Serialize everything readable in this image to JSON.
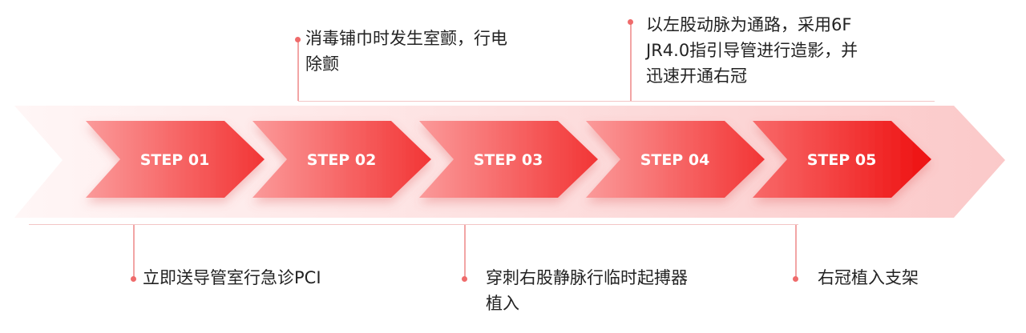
{
  "steps": [
    {
      "label": "STEP 01"
    },
    {
      "label": "STEP 02"
    },
    {
      "label": "STEP 03"
    },
    {
      "label": "STEP 04"
    },
    {
      "label": "STEP 05"
    }
  ],
  "notes_top": [
    {
      "step": "02",
      "lines": [
        "消毒铺巾时发生室颤，行电",
        "除颤"
      ]
    },
    {
      "step": "04",
      "lines": [
        "以左股动脉为通路，采用6F",
        "JR4.0指引导管进行造影，并",
        "迅速开通右冠"
      ]
    }
  ],
  "notes_bottom": [
    {
      "step": "01",
      "lines": [
        "立即送导管室行急诊PCI"
      ]
    },
    {
      "step": "03",
      "lines": [
        "穿刺右股静脉行临时起搏器",
        "植入"
      ]
    },
    {
      "step": "05",
      "lines": [
        "右冠植入支架"
      ]
    }
  ],
  "colors": {
    "band": "#fbd7d7",
    "chevron_start": "#fb9999",
    "chevron_end": "#f01818",
    "connector": "#f2a5a5",
    "dot": "#ef6b6b"
  }
}
